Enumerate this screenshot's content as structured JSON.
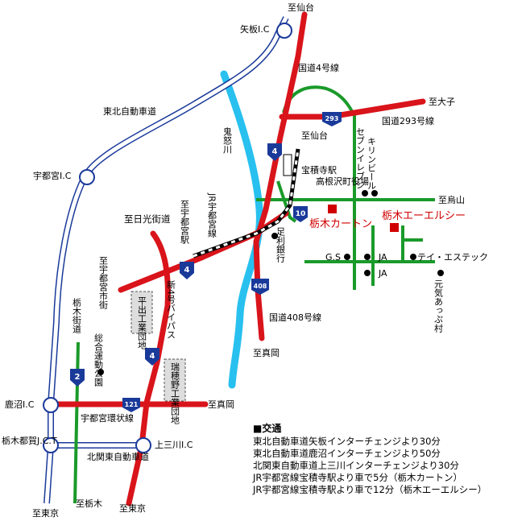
{
  "places": {
    "to_sendai_top": "至仙台",
    "yaita_ic": "矢板I.C",
    "route4": "国道4号線",
    "to_ohko": "至大子",
    "tohoku_exp": "東北自動車道",
    "route293": "国道293号線",
    "kinugawa": "鬼怒川",
    "to_sendai_rail": "至仙台",
    "seven_eleven": "セブンイレブン",
    "kirin_beer": "キリンビール",
    "hoshakuji_sta": "宝積寺駅",
    "takanezawa_office": "高根沢町役場",
    "utsunomiya_ic": "宇都宮I.C",
    "to_karasuyama": "至烏山",
    "jr_line": "JR宇都宮線",
    "to_utsunomiya_sta": "至宇都宮駅",
    "to_nikko": "至日光街道",
    "tochigi_carton": "栃木カートン",
    "tochigi_lc": "栃木エーエルシー",
    "ashikaga_bank": "足利銀行",
    "gs": "G.S",
    "ja1": "JA",
    "ja2": "JA",
    "tei_estec": "テイ・エステック",
    "genki_village": "元気あっぷ村",
    "to_shiyakusho": "至宇都宮市街",
    "new4_bypass": "新4号バイパス",
    "hiraide_estate": "平出工業団地",
    "route408": "国道408号線",
    "tochigi_kaido": "栃木街道",
    "sogo_park": "総合運動公園",
    "to_moka_1": "至真岡",
    "mizuho_estate": "瑞穂野工業団地",
    "kanuma_ic": "鹿沼I.C",
    "to_moka_2": "至真岡",
    "loop_road": "宇都宮環状線",
    "tochigi_tsuga_jct": "栃木都賀J.C.T",
    "kamisanokawa_ic": "上三川I.C",
    "kitakanto_exp": "北関東自動車道",
    "to_tokyo_1": "至東京",
    "to_tochigi": "至栃木",
    "to_tokyo_2": "至東京"
  },
  "shields": {
    "r4a": "4",
    "r4b": "4",
    "r4c": "4",
    "r293": "293",
    "r10": "10",
    "r408": "408",
    "r2": "2",
    "r121": "121"
  },
  "traffic": {
    "heading": "■交通",
    "lines": [
      "東北自動車道矢板インターチェンジより30分",
      "東北自動車道鹿沼インターチェンジより50分",
      "北関東自動車道上三川インターチェンジより30分",
      "JR宇都宮線宝積寺駅より車で5分（栃木カートン）",
      "JR宇都宮線宝積寺駅より車で12分（栃木エーエルシー）"
    ]
  },
  "colors": {
    "national_road": "#d9141b",
    "prefectural_road": "#1a9a2a",
    "expressway": "#1a3a9a",
    "river": "#28c0ef",
    "label_accent": "#d00000"
  }
}
